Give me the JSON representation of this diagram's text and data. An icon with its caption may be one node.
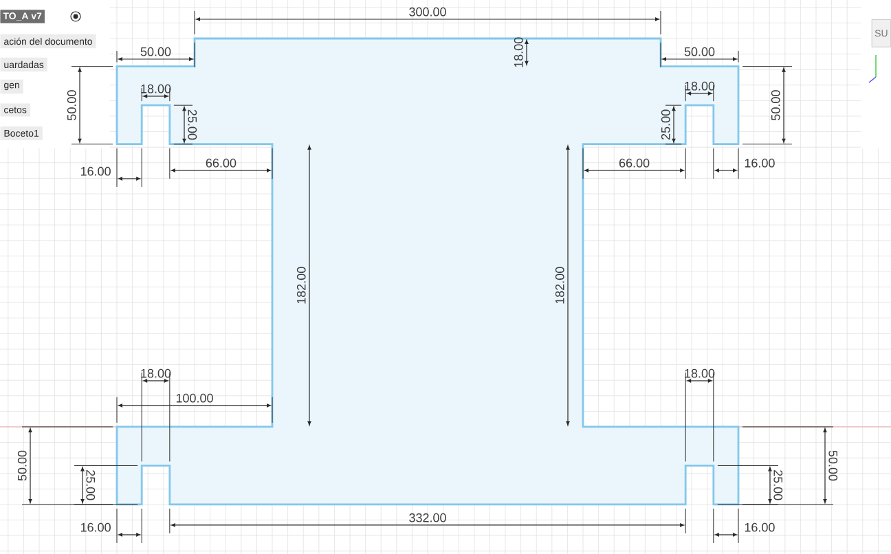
{
  "diagram": {
    "labels": [
      "300.00",
      "TO_A v7",
      "ación del documento",
      "uardadas",
      "gen",
      "cetos",
      "Boceto1",
      "SU",
      "50.00",
      "18.00",
      "50.00",
      "18.00",
      "18.00",
      "50.00",
      "25.00",
      "25.00",
      "50.00",
      "16.00",
      "66.00",
      "66.00",
      "16.00",
      "182.00",
      "182.00",
      "18.00",
      "18.00",
      "100.00",
      "50.00",
      "25.00",
      "25.00",
      "50.00",
      "16.00",
      "332.00",
      "16.00"
    ]
  }
}
